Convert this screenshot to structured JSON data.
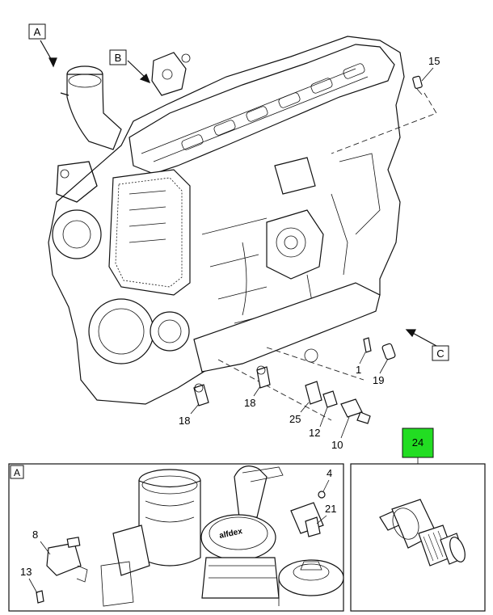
{
  "callouts": {
    "A": "A",
    "B": "B",
    "C": "C",
    "p1": "1",
    "p4": "4",
    "p8": "8",
    "p10": "10",
    "p12": "12",
    "p13": "13",
    "p15": "15",
    "p18a": "18",
    "p18b": "18",
    "p19": "19",
    "p21": "21",
    "p25": "25"
  },
  "detail_a": {
    "label": "A",
    "brand": "alfdex"
  },
  "detail_24": {
    "label": "24",
    "highlight_color": "#22dd22"
  }
}
